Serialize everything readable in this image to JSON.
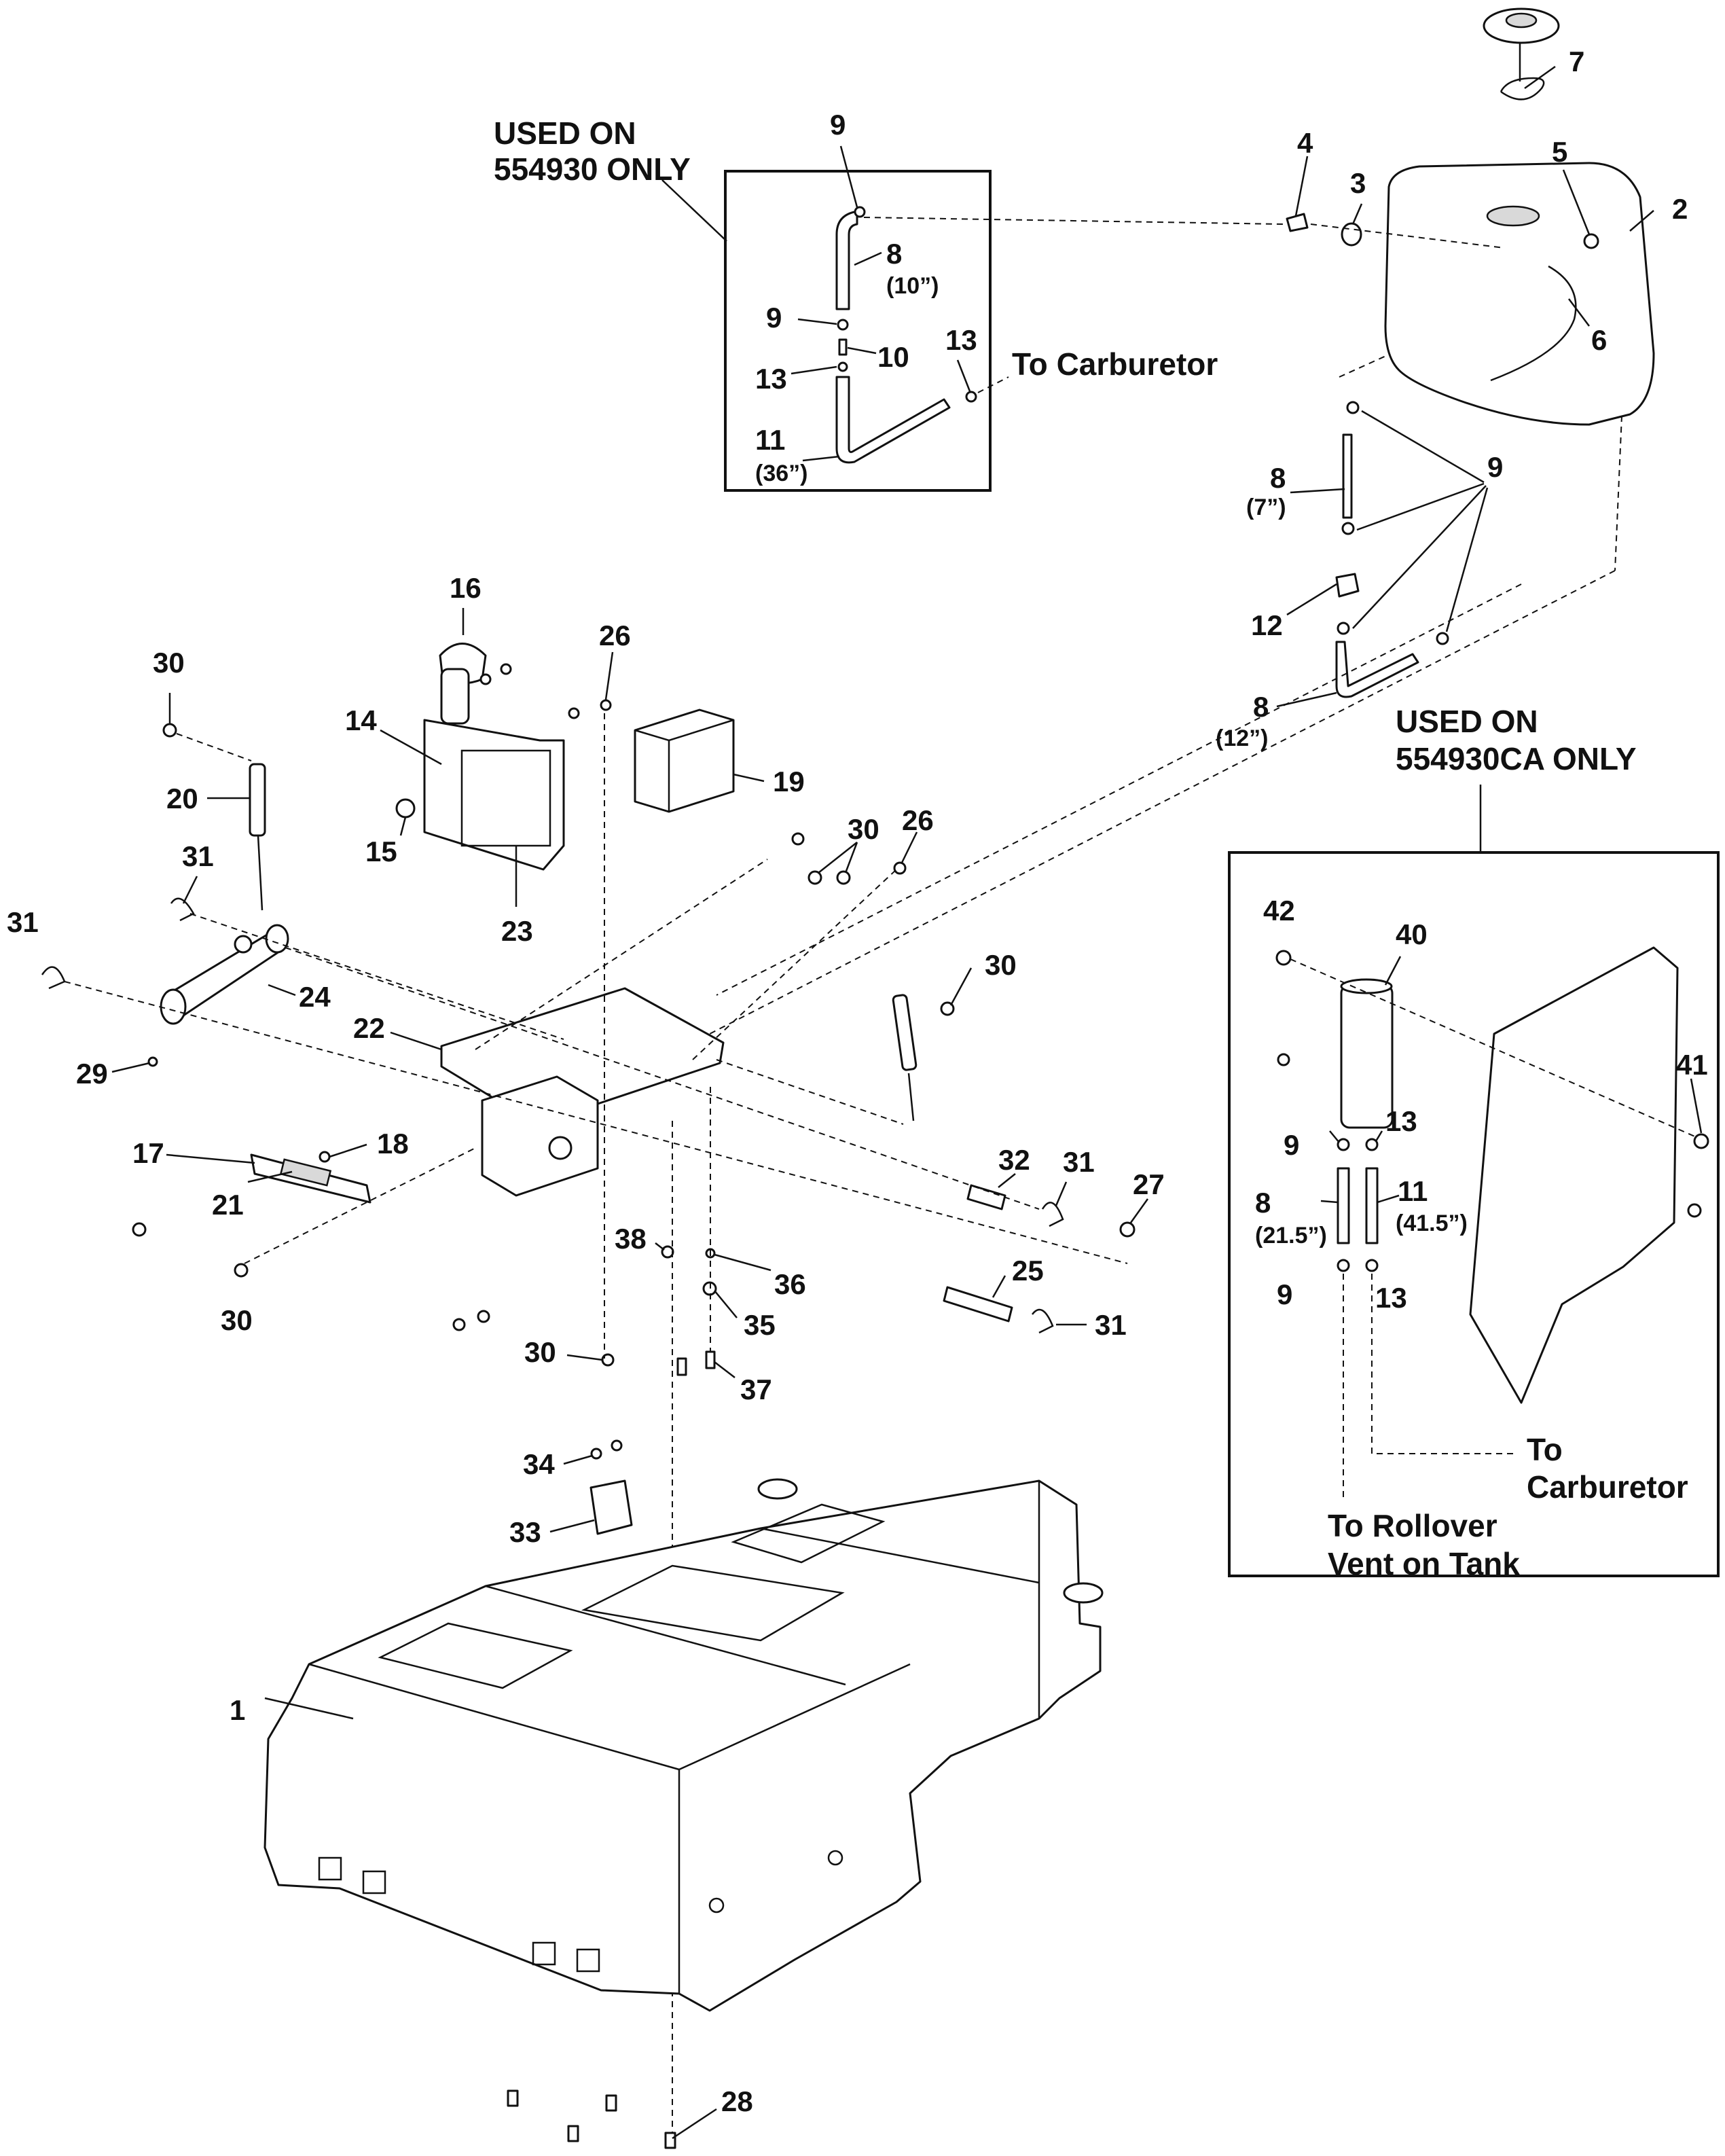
{
  "inset_a": {
    "note": [
      "USED ON",
      "554930 ONLY"
    ],
    "to_label": "To Carburetor"
  },
  "inset_b": {
    "note": [
      "USED ON",
      "554930CA ONLY"
    ],
    "to_carb": [
      "To",
      "Carburetor"
    ],
    "to_rollover": [
      "To Rollover",
      "Vent on Tank"
    ]
  },
  "callouts": [
    {
      "n": "1"
    },
    {
      "n": "2"
    },
    {
      "n": "3"
    },
    {
      "n": "4"
    },
    {
      "n": "5"
    },
    {
      "n": "6"
    },
    {
      "n": "7"
    },
    {
      "n": "8",
      "sub": "(10”)"
    },
    {
      "n": "8",
      "sub": "(7”)"
    },
    {
      "n": "8",
      "sub": "(12”)"
    },
    {
      "n": "8",
      "sub": "(21.5”)"
    },
    {
      "n": "9"
    },
    {
      "n": "9"
    },
    {
      "n": "9"
    },
    {
      "n": "9"
    },
    {
      "n": "9"
    },
    {
      "n": "10"
    },
    {
      "n": "11",
      "sub": "(36”)"
    },
    {
      "n": "11",
      "sub": "(41.5”)"
    },
    {
      "n": "12"
    },
    {
      "n": "13"
    },
    {
      "n": "13"
    },
    {
      "n": "13"
    },
    {
      "n": "13"
    },
    {
      "n": "14"
    },
    {
      "n": "15"
    },
    {
      "n": "16"
    },
    {
      "n": "17"
    },
    {
      "n": "18"
    },
    {
      "n": "19"
    },
    {
      "n": "20"
    },
    {
      "n": "21"
    },
    {
      "n": "22"
    },
    {
      "n": "23"
    },
    {
      "n": "24"
    },
    {
      "n": "25"
    },
    {
      "n": "26"
    },
    {
      "n": "26"
    },
    {
      "n": "27"
    },
    {
      "n": "28"
    },
    {
      "n": "29"
    },
    {
      "n": "30"
    },
    {
      "n": "30"
    },
    {
      "n": "30"
    },
    {
      "n": "30"
    },
    {
      "n": "30"
    },
    {
      "n": "31"
    },
    {
      "n": "31"
    },
    {
      "n": "31"
    },
    {
      "n": "31"
    },
    {
      "n": "32"
    },
    {
      "n": "33"
    },
    {
      "n": "34"
    },
    {
      "n": "35"
    },
    {
      "n": "36"
    },
    {
      "n": "37"
    },
    {
      "n": "38"
    },
    {
      "n": "40"
    },
    {
      "n": "41"
    },
    {
      "n": "42"
    }
  ]
}
